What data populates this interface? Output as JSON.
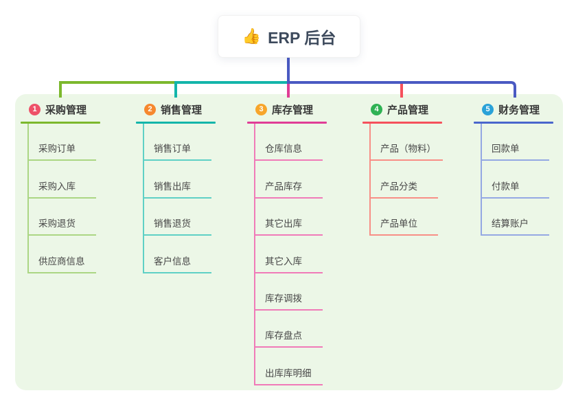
{
  "root": {
    "icon": "👍",
    "label": "ERP 后台",
    "connector_color": "#4a5ac2"
  },
  "branches": [
    {
      "badge": "1",
      "label": "采购管理",
      "badge_color": "#ee5168",
      "line_color": "#7cb82d",
      "child_color": "#abd683",
      "children": [
        "采购订单",
        "采购入库",
        "采购退货",
        "供应商信息"
      ]
    },
    {
      "badge": "2",
      "label": "销售管理",
      "badge_color": "#f6882f",
      "line_color": "#13b5aa",
      "child_color": "#5ed0c5",
      "children": [
        "销售订单",
        "销售出库",
        "销售退货",
        "客户信息"
      ]
    },
    {
      "badge": "3",
      "label": "库存管理",
      "badge_color": "#f7a52b",
      "line_color": "#e03d96",
      "child_color": "#f07ab8",
      "children": [
        "仓库信息",
        "产品库存",
        "其它出库",
        "其它入库",
        "库存调拨",
        "库存盘点",
        "出库库明细"
      ]
    },
    {
      "badge": "4",
      "label": "产品管理",
      "badge_color": "#2fb254",
      "line_color": "#f5515c",
      "child_color": "#f88e86",
      "children": [
        "产品（物料）",
        "产品分类",
        "产品单位"
      ]
    },
    {
      "badge": "5",
      "label": "财务管理",
      "badge_color": "#2aa2d8",
      "line_color": "#4a66cc",
      "child_color": "#94a8e3",
      "children": [
        "回款单",
        "付款单",
        "结算账户"
      ]
    }
  ]
}
